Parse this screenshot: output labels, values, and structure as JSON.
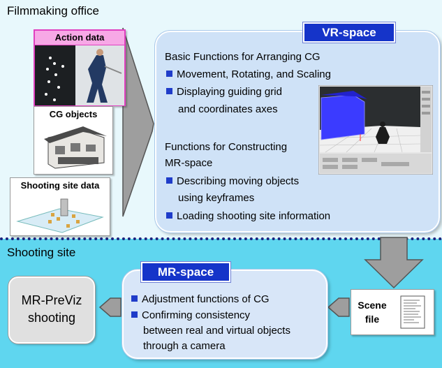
{
  "office": {
    "title": "Filmmaking office",
    "inputs": [
      {
        "label": "Action data"
      },
      {
        "label": "CG objects"
      },
      {
        "label": "Shooting site data"
      }
    ]
  },
  "vr_space": {
    "badge": "VR-space",
    "sections": [
      {
        "heading": "Basic Functions for Arranging CG"
      },
      {
        "heading_lines": [
          "Functions for Constructing",
          "MR-space"
        ]
      }
    ],
    "items": [
      {
        "lines": [
          "Movement, Rotating, and Scaling"
        ]
      },
      {
        "lines": [
          "Displaying guiding grid",
          "and coordinates axes"
        ]
      },
      {
        "lines": [
          "Describing moving objects",
          "using keyframes"
        ]
      },
      {
        "lines": [
          "Loading shooting site information"
        ]
      }
    ]
  },
  "shooting_site": {
    "title": "Shooting site",
    "mr_space": {
      "badge": "MR-space",
      "items": [
        {
          "lines": [
            "Adjustment functions of CG"
          ]
        },
        {
          "lines": [
            "Confirming consistency",
            "between real and virtual objects",
            "through a camera"
          ]
        }
      ]
    },
    "output": {
      "lines": [
        "MR-PreViz",
        "shooting"
      ]
    },
    "scene_file": {
      "lines": [
        "Scene",
        "file"
      ]
    }
  },
  "colors": {
    "top_bg": "#e8f8fc",
    "bottom_bg": "#5fd6ef",
    "badge_blue": "#1534c9",
    "panel_fill": "#cfe2f7",
    "action_border": "#e040c0"
  }
}
